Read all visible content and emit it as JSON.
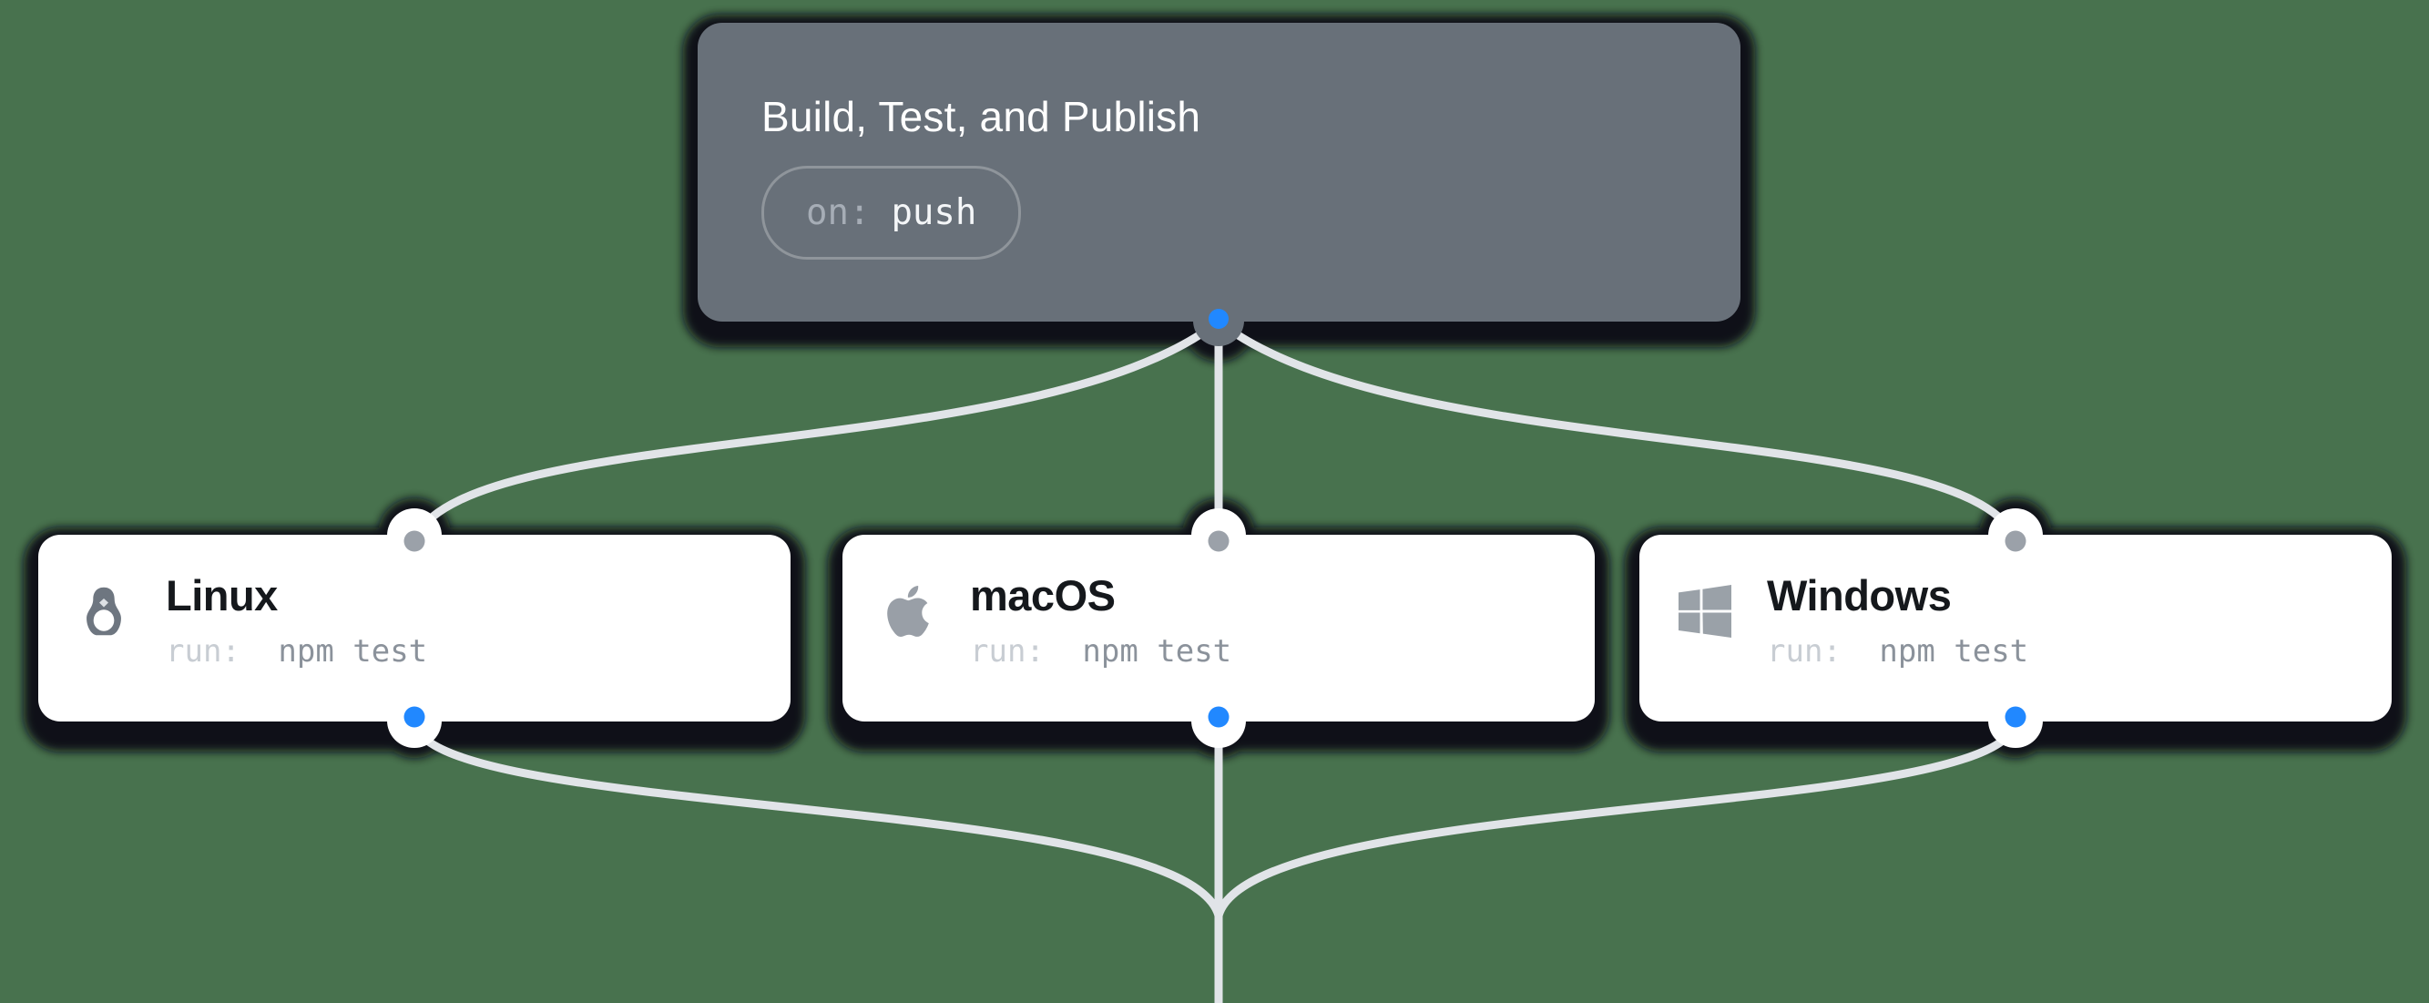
{
  "canvas": {
    "background_color": "#48724e"
  },
  "workflow": {
    "trigger_node": {
      "title": "Build, Test, and Publish",
      "badge": {
        "key": "on:",
        "value": "push"
      }
    },
    "job_nodes": [
      {
        "title": "Linux",
        "icon": "linux-tux-icon",
        "run_key": "run:",
        "run_value": "npm test"
      },
      {
        "title": "macOS",
        "icon": "apple-icon",
        "run_key": "run:",
        "run_value": "npm test"
      },
      {
        "title": "Windows",
        "icon": "windows-icon",
        "run_key": "run:",
        "run_value": "npm test"
      }
    ],
    "colors": {
      "background_green": "#48724e",
      "trigger_card_gray": "#687079",
      "job_card_white": "#ffffff",
      "shadow_dark": "#0b0f15",
      "connector_line_gray": "#e1e4e8",
      "port_dot_gray": "#9ba1a9",
      "port_dot_blue": "#2188ff"
    }
  }
}
